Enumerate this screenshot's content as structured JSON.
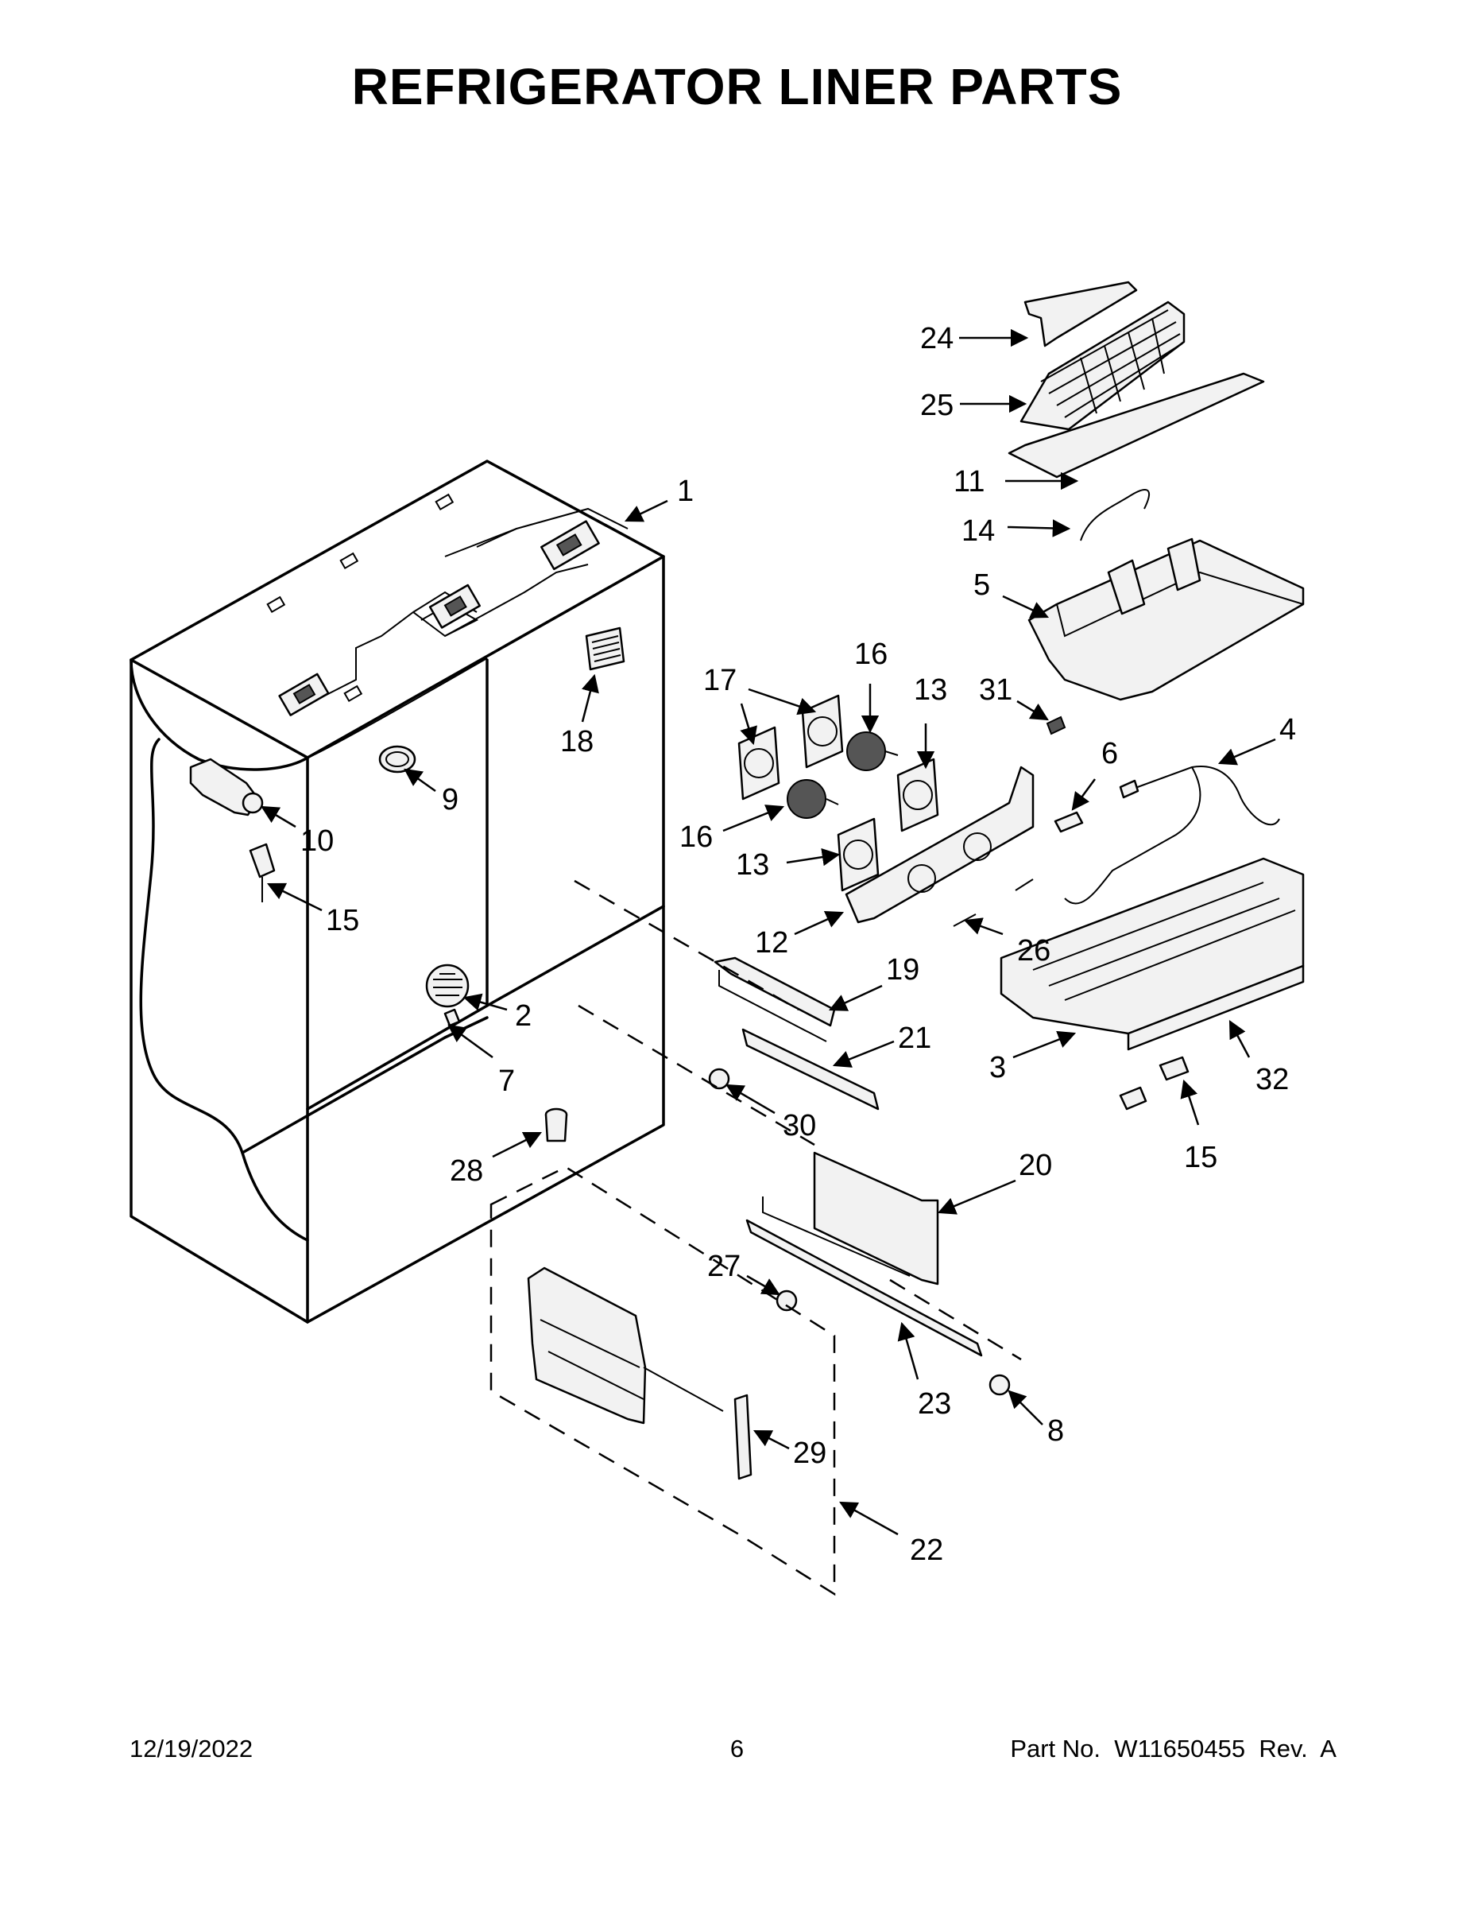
{
  "title": "REFRIGERATOR LINER PARTS",
  "footer": {
    "date": "12/19/2022",
    "page": "6",
    "part_number": "Part No.  W11650455  Rev.  A"
  },
  "callouts": [
    {
      "id": "1",
      "label": "1"
    },
    {
      "id": "2",
      "label": "2"
    },
    {
      "id": "3",
      "label": "3"
    },
    {
      "id": "4",
      "label": "4"
    },
    {
      "id": "5",
      "label": "5"
    },
    {
      "id": "6",
      "label": "6"
    },
    {
      "id": "7",
      "label": "7"
    },
    {
      "id": "8",
      "label": "8"
    },
    {
      "id": "9",
      "label": "9"
    },
    {
      "id": "10",
      "label": "10"
    },
    {
      "id": "11",
      "label": "11"
    },
    {
      "id": "12",
      "label": "12"
    },
    {
      "id": "13a",
      "label": "13"
    },
    {
      "id": "13b",
      "label": "13"
    },
    {
      "id": "14",
      "label": "14"
    },
    {
      "id": "15a",
      "label": "15"
    },
    {
      "id": "15b",
      "label": "15"
    },
    {
      "id": "16a",
      "label": "16"
    },
    {
      "id": "16b",
      "label": "16"
    },
    {
      "id": "17",
      "label": "17"
    },
    {
      "id": "18",
      "label": "18"
    },
    {
      "id": "19",
      "label": "19"
    },
    {
      "id": "20",
      "label": "20"
    },
    {
      "id": "21",
      "label": "21"
    },
    {
      "id": "22",
      "label": "22"
    },
    {
      "id": "23",
      "label": "23"
    },
    {
      "id": "24",
      "label": "24"
    },
    {
      "id": "25",
      "label": "25"
    },
    {
      "id": "26",
      "label": "26"
    },
    {
      "id": "27",
      "label": "27"
    },
    {
      "id": "28",
      "label": "28"
    },
    {
      "id": "29",
      "label": "29"
    },
    {
      "id": "30",
      "label": "30"
    },
    {
      "id": "31",
      "label": "31"
    },
    {
      "id": "32",
      "label": "32"
    }
  ]
}
